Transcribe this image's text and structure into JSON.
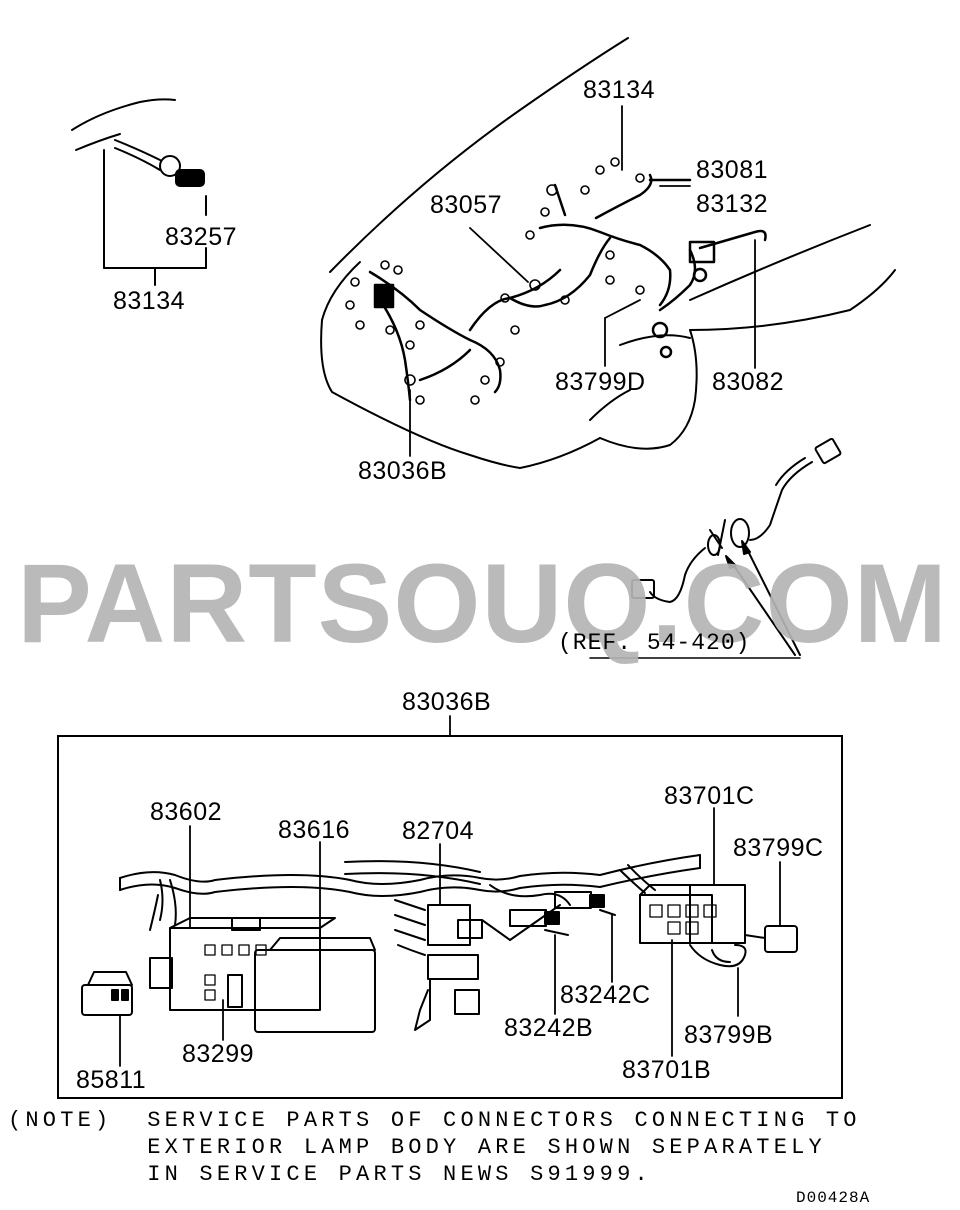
{
  "diagram": {
    "top_labels": {
      "p83134_top": "83134",
      "p83081": "83081",
      "p83132": "83132",
      "p83057": "83057",
      "p83257": "83257",
      "p83134_left": "83134",
      "p83799D": "83799D",
      "p83082": "83082",
      "p83036B_top": "83036B"
    },
    "reference": "(REF. 54-420)",
    "watermark": "PARTSOUQ.COM",
    "detail_box": {
      "title": "83036B",
      "labels": {
        "p83602": "83602",
        "p83616": "83616",
        "p82704": "82704",
        "p83701C": "83701C",
        "p83799C": "83799C",
        "p83242C": "83242C",
        "p83242B": "83242B",
        "p83799B": "83799B",
        "p83701B": "83701B",
        "p83299": "83299",
        "p85811": "85811"
      }
    },
    "note": {
      "line1": "(NOTE)  SERVICE PARTS OF CONNECTORS CONNECTING TO",
      "line2": "        EXTERIOR LAMP BODY ARE SHOWN SEPARATELY",
      "line3": "        IN SERVICE PARTS NEWS S91999."
    },
    "drawing_code": "D00428A"
  }
}
